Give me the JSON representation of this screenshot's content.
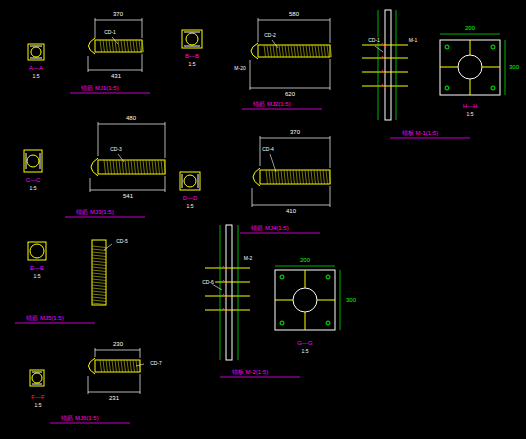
{
  "diagram": {
    "labels": [
      "A—A",
      "1:5",
      "370",
      "CD-1",
      "431",
      "锚筋 MJ1(1:5)",
      "B—B",
      "1:5",
      "580",
      "CD-2",
      "620",
      "锚筋 MJ2(1:5)",
      "M-20",
      "CD-1",
      "M-1",
      "锚板 M-1(1:5)",
      "H—H",
      "1:5",
      "300",
      "C—C",
      "1:5",
      "480",
      "CD-3",
      "541",
      "锚筋 MJ3(1:5)",
      "D—D",
      "1:5",
      "370",
      "CD-4",
      "410",
      "锚筋 MJ4(1:5)",
      "E—E",
      "1:5",
      "CD-5",
      "锚筋 MJ5(1:5)",
      "CD-6",
      "M-2",
      "锚板 M-2(1:5)",
      "G—G",
      "1:5",
      "300",
      "F—F",
      "1:5",
      "230",
      "CD-7",
      "231",
      "锚筋 MJ6(1:5)",
      "200",
      "200"
    ]
  }
}
